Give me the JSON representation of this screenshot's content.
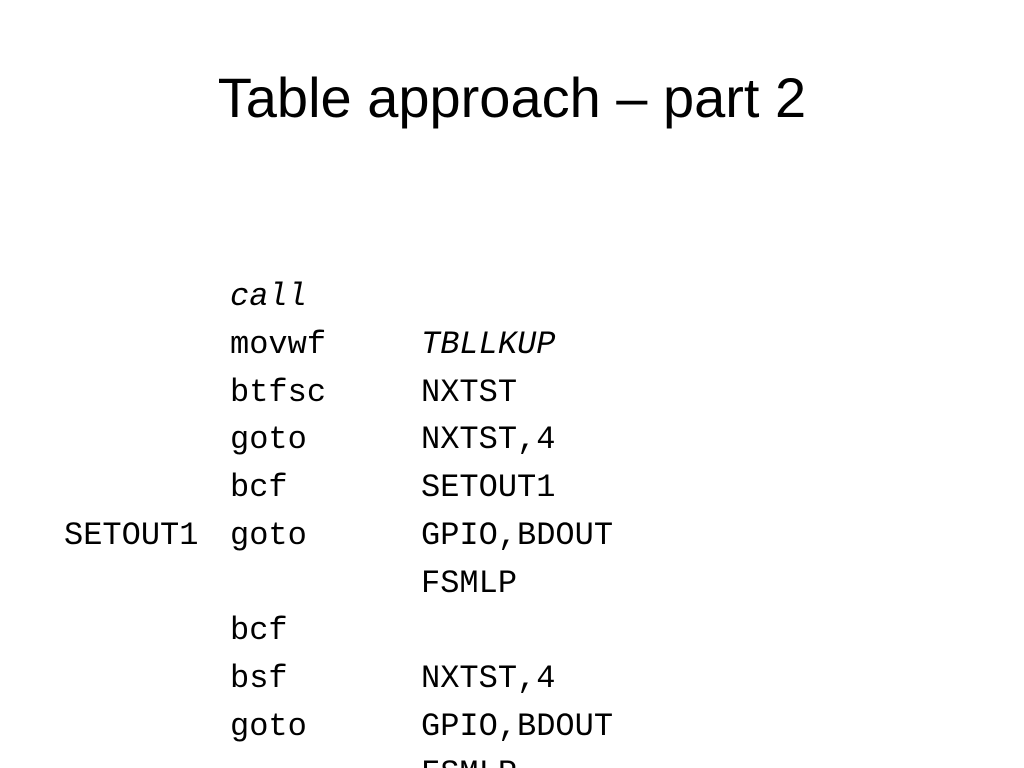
{
  "title": "Table approach – part 2",
  "code_lines": [
    {
      "label": "",
      "mnemonic": "call",
      "operand": "TBLLKUP",
      "italic": true
    },
    {
      "label": "",
      "mnemonic": "movwf",
      "operand": "NXTST",
      "italic": false
    },
    {
      "label": "",
      "mnemonic": "btfsc",
      "operand": "NXTST,4",
      "italic": false
    },
    {
      "label": "",
      "mnemonic": "goto",
      "operand": "SETOUT1",
      "italic": false
    },
    {
      "label": "",
      "mnemonic": "bcf",
      "operand": "GPIO,BDOUT",
      "italic": false
    },
    {
      "label": "",
      "mnemonic": "goto",
      "operand": "FSMLP",
      "italic": false
    },
    {
      "label": "SETOUT1",
      "mnemonic": "",
      "operand": "",
      "italic": false
    },
    {
      "label": "",
      "mnemonic": "bcf",
      "operand": "NXTST,4",
      "italic": false
    },
    {
      "label": "",
      "mnemonic": "bsf",
      "operand": "GPIO,BDOUT",
      "italic": false
    },
    {
      "label": "",
      "mnemonic": "goto",
      "operand": "FSMLP",
      "italic": false
    }
  ]
}
